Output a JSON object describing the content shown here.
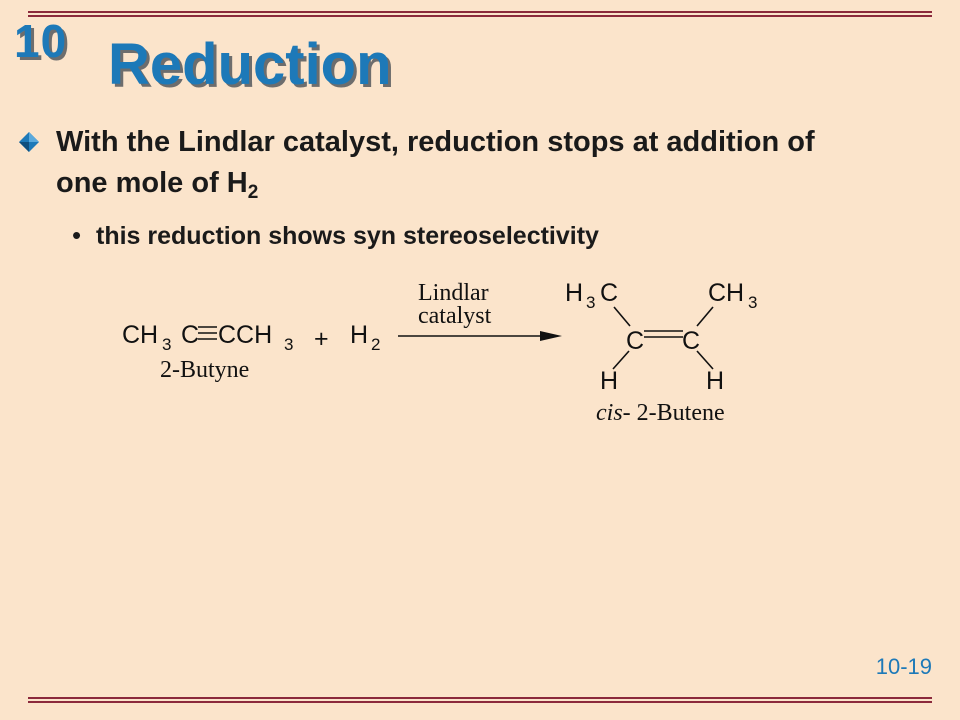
{
  "chapter_number": "10",
  "title": "Reduction",
  "bullet": {
    "icon": "diamond-bullet-icon",
    "text_main": "With the Lindlar catalyst, reduction stops at addition of one mole of H",
    "text_sub": "2"
  },
  "sub_bullet": {
    "marker": "•",
    "text": "this reduction shows syn stereoselectivity"
  },
  "scheme": {
    "reactant": {
      "ch": "CH",
      "sub": "3",
      "c1": "C",
      "c2": "CCH",
      "end_sub": "3",
      "name": "2-Butyne"
    },
    "plus": "+",
    "reagent": {
      "h": "H",
      "sub": "2"
    },
    "catalyst": {
      "line1": "Lindlar",
      "line2": "catalyst"
    },
    "product": {
      "left_methyl_h": "H",
      "left_methyl_sub": "3",
      "left_methyl_c": "C",
      "right_methyl_ch": "CH",
      "right_methyl_sub": "3",
      "c_left": "C",
      "c_right": "C",
      "h_left": "H",
      "h_right": "H",
      "name_prefix": "cis-",
      "name_rest": " 2-Butene"
    }
  },
  "slide_number": "10-19",
  "colors": {
    "background": "#fbe4cb",
    "title": "#1d79b8",
    "rule": "#8b2a3c",
    "bullet": "#1d79b8"
  }
}
